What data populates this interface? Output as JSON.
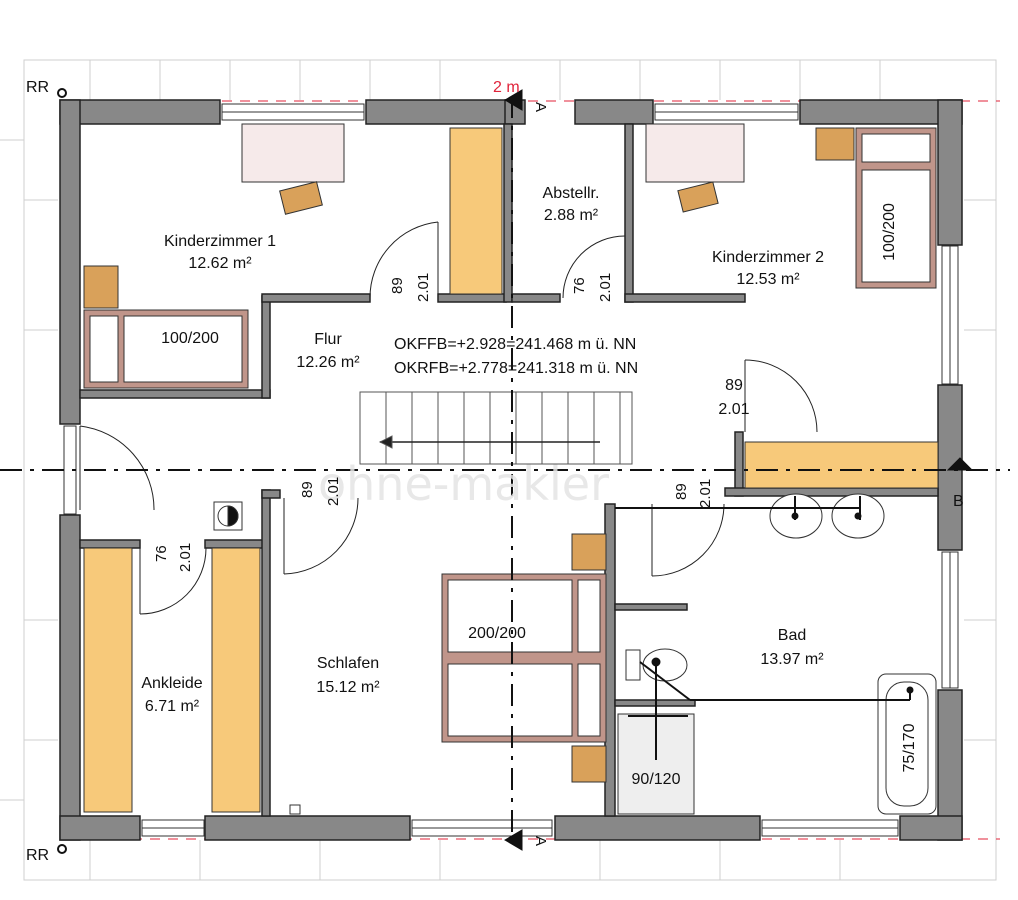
{
  "labels": {
    "rr_top": "RR",
    "rr_bottom": "RR",
    "scale": "2 m",
    "section_a_top": "A",
    "section_a_bottom": "A",
    "section_b": "B",
    "watermark": "ohne-makler"
  },
  "rooms": {
    "kinderzimmer1": {
      "name": "Kinderzimmer 1",
      "area": "12.62 m²"
    },
    "abstell": {
      "name": "Abstellr.",
      "area": "2.88 m²"
    },
    "kinderzimmer2": {
      "name": "Kinderzimmer 2",
      "area": "12.53 m²"
    },
    "flur": {
      "name": "Flur",
      "area": "12.26 m²"
    },
    "ankleide": {
      "name": "Ankleide",
      "area": "6.71 m²"
    },
    "schlafen": {
      "name": "Schlafen",
      "area": "15.12 m²"
    },
    "bad": {
      "name": "Bad",
      "area": "13.97 m²"
    }
  },
  "levels": {
    "okffb": "OKFFB=+2.928=241.468 m ü. NN",
    "okrfb": "OKRFB=+2.778=241.318 m ü. NN"
  },
  "doors": {
    "d1_w": "89",
    "d1_h": "2.01",
    "d2_w": "76",
    "d2_h": "2.01",
    "d3_w": "89",
    "d3_h": "2.01",
    "d4_w": "89",
    "d4_h": "2.01",
    "d5_w": "89",
    "d5_h": "2.01",
    "d6_w": "76",
    "d6_h": "2.01"
  },
  "furniture": {
    "bed_kz1": "100/200",
    "bed_kz2": "100/200",
    "bed_schlafen": "200/200",
    "shower": "90/120",
    "tub": "75/170"
  }
}
